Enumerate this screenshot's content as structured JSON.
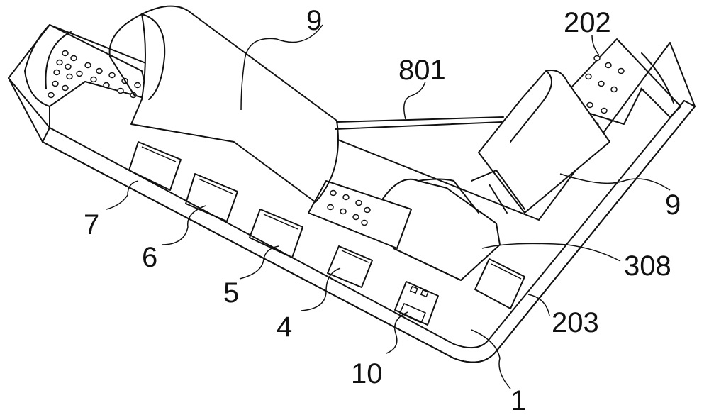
{
  "labels": {
    "l9a": "9",
    "l202": "202",
    "l801": "801",
    "l9b": "9",
    "l308": "308",
    "l203": "203",
    "l7": "7",
    "l6": "6",
    "l5": "5",
    "l4": "4",
    "l10": "10",
    "l1": "1"
  }
}
